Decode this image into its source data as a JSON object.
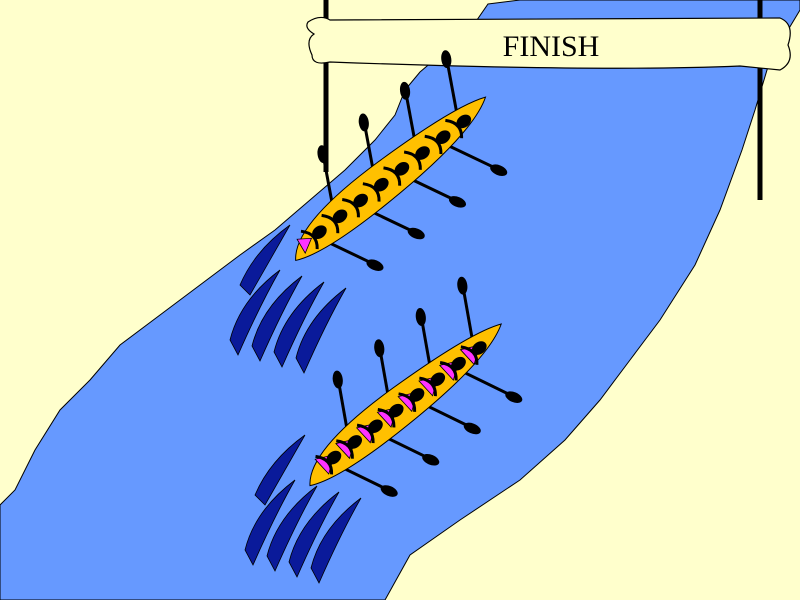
{
  "banner": {
    "text": "FINISH"
  },
  "colors": {
    "background": "#FFFFCC",
    "river": "#6699FF",
    "wake": "#0A1A9A",
    "boat": "#FFC000",
    "rower": "#000000",
    "coxswain": "#FF33FF",
    "banner": "#FFFFCC"
  },
  "boats": [
    {
      "name": "leading-boat",
      "rowers": 8
    },
    {
      "name": "trailing-boat",
      "rowers": 8
    }
  ]
}
